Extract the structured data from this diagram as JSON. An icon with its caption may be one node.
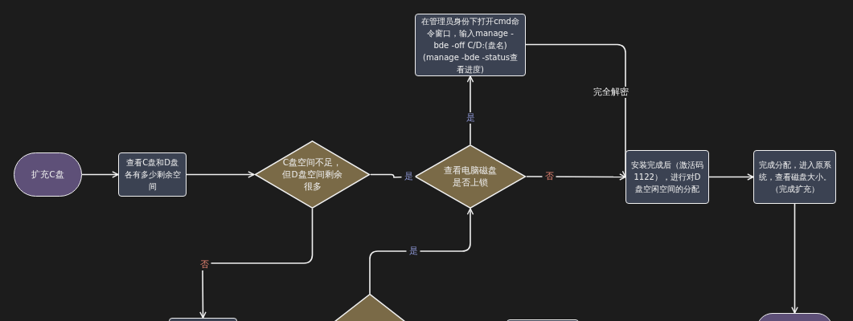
{
  "diagram": {
    "nodes": [
      {
        "text": [
          "扩充C盘"
        ]
      },
      {
        "text": [
          "查看C盘和D盘各有多少剩余空间"
        ]
      },
      {
        "text": [
          "C盘空间不足，但D盘空间剩余很多"
        ]
      },
      {
        "text": [
          "查看电脑磁盘是否上锁"
        ]
      },
      {
        "text": [
          "在管理员身份下打开cmd命令窗口，输入manage -bde -off C/D:(盘名) (manage -bde -status查看进度)"
        ]
      },
      {
        "text": [
          "安装完成后（激活码1122），进行对D盘空闲空间的分配"
        ]
      },
      {
        "text": [
          "完成分配，进入原系统，查看磁盘大小。（完成扩充）"
        ]
      },
      {
        "text": [],
        "shape": "box"
      },
      {
        "text": [],
        "shape": "diamond"
      },
      {
        "text": [],
        "shape": "box"
      },
      {
        "text": [],
        "shape": "oval"
      }
    ],
    "edges": [
      {
        "from": 0,
        "to": 1,
        "arrow": "to"
      },
      {
        "from": 1,
        "to": 2,
        "arrow": "to"
      },
      {
        "from": 2,
        "to": 3,
        "arrow": "to",
        "label": "是"
      },
      {
        "from": 3,
        "to": 4,
        "arrow": "to",
        "label": "是"
      },
      {
        "from": 4,
        "to": 5,
        "arrow": "to",
        "label": "完全解密"
      },
      {
        "from": 3,
        "to": 5,
        "arrow": "to",
        "label": "否"
      },
      {
        "from": 5,
        "to": 6,
        "arrow": "to"
      },
      {
        "from": 6,
        "to": 10,
        "arrow": "to"
      },
      {
        "from": 2,
        "to": 7,
        "arrow": "to",
        "label": "否"
      },
      {
        "from": 8,
        "to": 3,
        "arrow": "to",
        "label": "是"
      }
    ]
  }
}
